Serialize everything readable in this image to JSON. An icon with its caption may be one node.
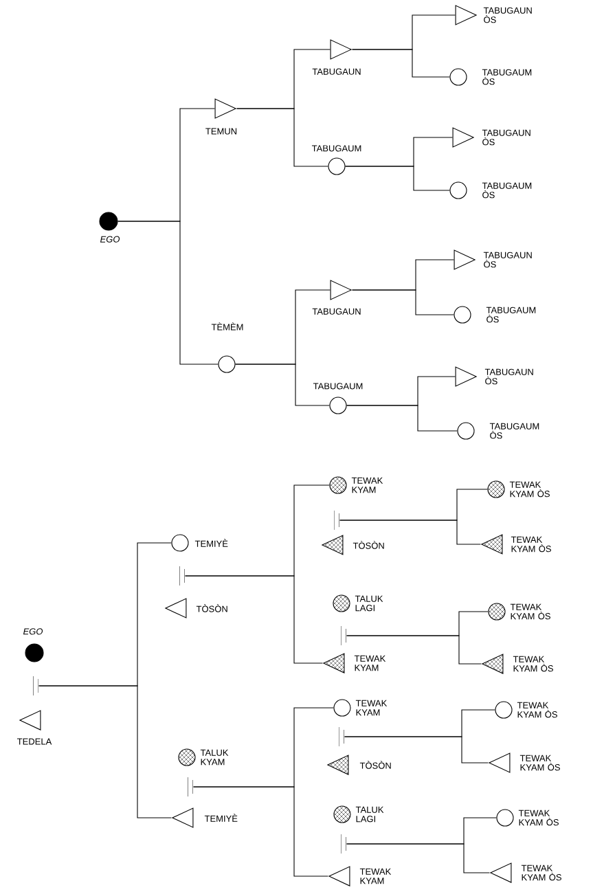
{
  "diagram": {
    "nodes": [
      {
        "text": [],
        "shape": "circle",
        "beside": [
          "EGO"
        ]
      },
      {
        "text": [],
        "shape": "triangle",
        "beside": [
          "TEMUN"
        ]
      },
      {
        "text": [],
        "shape": "triangle",
        "beside": [
          "TABUGAUN"
        ]
      },
      {
        "text": [],
        "shape": "triangle",
        "beside": [
          "TABUGAUN ÒS"
        ]
      },
      {
        "text": [],
        "shape": "circle",
        "beside": [
          "TABUGAUM ÒS"
        ]
      },
      {
        "text": [],
        "shape": "circle",
        "beside": [
          "TABUGAUM"
        ]
      },
      {
        "text": [],
        "shape": "triangle",
        "beside": [
          "TABUGAUN ÒS"
        ]
      },
      {
        "text": [],
        "shape": "circle",
        "beside": [
          "TABUGAUM ÒS"
        ]
      },
      {
        "text": [],
        "shape": "circle",
        "beside": [
          "TÈMÈM"
        ]
      },
      {
        "text": [],
        "shape": "triangle",
        "beside": [
          "TABUGAUN"
        ]
      },
      {
        "text": [],
        "shape": "triangle",
        "beside": [
          "TABUGAUN ÒS"
        ]
      },
      {
        "text": [],
        "shape": "circle",
        "beside": [
          "TABUGAUM ÒS"
        ]
      },
      {
        "text": [],
        "shape": "circle",
        "beside": [
          "TABUGAUM"
        ]
      },
      {
        "text": [],
        "shape": "triangle",
        "beside": [
          "TABUGAUN ÒS"
        ]
      },
      {
        "text": [],
        "shape": "circle",
        "beside": [
          "TABUGAUM ÒS"
        ]
      },
      {
        "text": [],
        "shape": "circle",
        "beside": [
          "EGO"
        ]
      },
      {
        "text": [],
        "shape": "bar"
      },
      {
        "text": [],
        "shape": "triangle",
        "beside": [
          "TEDELA"
        ]
      },
      {
        "text": [],
        "shape": "circle",
        "beside": [
          "TEMIYÈ"
        ]
      },
      {
        "text": [],
        "shape": "bar"
      },
      {
        "text": [],
        "shape": "triangle",
        "beside": [
          "TÒSÒN"
        ]
      },
      {
        "text": [],
        "shape": "circle",
        "beside": [
          "TEWAK KYAM"
        ]
      },
      {
        "text": [],
        "shape": "bar"
      },
      {
        "text": [],
        "shape": "triangle",
        "beside": [
          "TÒSÒN"
        ]
      },
      {
        "text": [],
        "shape": "circle",
        "beside": [
          "TEWAK KYAM ÒS"
        ]
      },
      {
        "text": [],
        "shape": "triangle",
        "beside": [
          "TEWAK KYAM ÒS"
        ]
      },
      {
        "text": [],
        "shape": "circle",
        "beside": [
          "TALUK LAGI"
        ]
      },
      {
        "text": [],
        "shape": "bar"
      },
      {
        "text": [],
        "shape": "triangle",
        "beside": [
          "TEWAK KYAM"
        ]
      },
      {
        "text": [],
        "shape": "circle",
        "beside": [
          "TEWAK KYAM ÒS"
        ]
      },
      {
        "text": [],
        "shape": "triangle",
        "beside": [
          "TEWAK KYAM ÒS"
        ]
      },
      {
        "text": [],
        "shape": "circle",
        "beside": [
          "TALUK KYAM"
        ]
      },
      {
        "text": [],
        "shape": "bar"
      },
      {
        "text": [],
        "shape": "triangle",
        "beside": [
          "TEMIYÈ"
        ]
      },
      {
        "text": [],
        "shape": "circle",
        "beside": [
          "TEWAK KYAM"
        ]
      },
      {
        "text": [],
        "shape": "bar"
      },
      {
        "text": [],
        "shape": "triangle",
        "beside": [
          "TÒSÒN"
        ]
      },
      {
        "text": [],
        "shape": "circle",
        "beside": [
          "TEWAK KYAM ÒS"
        ]
      },
      {
        "text": [],
        "shape": "triangle",
        "beside": [
          "TEWAK KYAM ÒS"
        ]
      },
      {
        "text": [],
        "shape": "circle",
        "beside": [
          "TALUK LAGI"
        ]
      },
      {
        "text": [],
        "shape": "bar"
      },
      {
        "text": [],
        "shape": "triangle",
        "beside": [
          "TEWAK KYAM"
        ]
      },
      {
        "text": [],
        "shape": "circle",
        "beside": [
          "TEWAK KYAM ÒS"
        ]
      },
      {
        "text": [],
        "shape": "triangle",
        "beside": [
          "TEWAK KYAM ÒS"
        ]
      }
    ],
    "edges": [
      {
        "from": 0,
        "to": 1,
        "arrow": "none"
      },
      {
        "from": 0,
        "to": 8,
        "arrow": "none"
      },
      {
        "from": 1,
        "to": 2,
        "arrow": "none"
      },
      {
        "from": 1,
        "to": 5,
        "arrow": "none"
      },
      {
        "from": 2,
        "to": 3,
        "arrow": "none"
      },
      {
        "from": 2,
        "to": 4,
        "arrow": "none"
      },
      {
        "from": 5,
        "to": 6,
        "arrow": "none"
      },
      {
        "from": 5,
        "to": 7,
        "arrow": "none"
      },
      {
        "from": 8,
        "to": 9,
        "arrow": "none"
      },
      {
        "from": 8,
        "to": 12,
        "arrow": "none"
      },
      {
        "from": 9,
        "to": 10,
        "arrow": "none"
      },
      {
        "from": 9,
        "to": 11,
        "arrow": "none"
      },
      {
        "from": 12,
        "to": 13,
        "arrow": "none"
      },
      {
        "from": 12,
        "to": 14,
        "arrow": "none"
      },
      {
        "from": 16,
        "to": 18,
        "arrow": "none"
      },
      {
        "from": 16,
        "to": 33,
        "arrow": "none"
      },
      {
        "from": 19,
        "to": 21,
        "arrow": "none"
      },
      {
        "from": 19,
        "to": 28,
        "arrow": "none"
      },
      {
        "from": 22,
        "to": 24,
        "arrow": "none"
      },
      {
        "from": 22,
        "to": 25,
        "arrow": "none"
      },
      {
        "from": 27,
        "to": 29,
        "arrow": "none"
      },
      {
        "from": 27,
        "to": 30,
        "arrow": "none"
      },
      {
        "from": 32,
        "to": 34,
        "arrow": "none"
      },
      {
        "from": 32,
        "to": 41,
        "arrow": "none"
      },
      {
        "from": 35,
        "to": 37,
        "arrow": "none"
      },
      {
        "from": 35,
        "to": 38,
        "arrow": "none"
      },
      {
        "from": 40,
        "to": 42,
        "arrow": "none"
      },
      {
        "from": 40,
        "to": 43,
        "arrow": "none"
      }
    ]
  }
}
